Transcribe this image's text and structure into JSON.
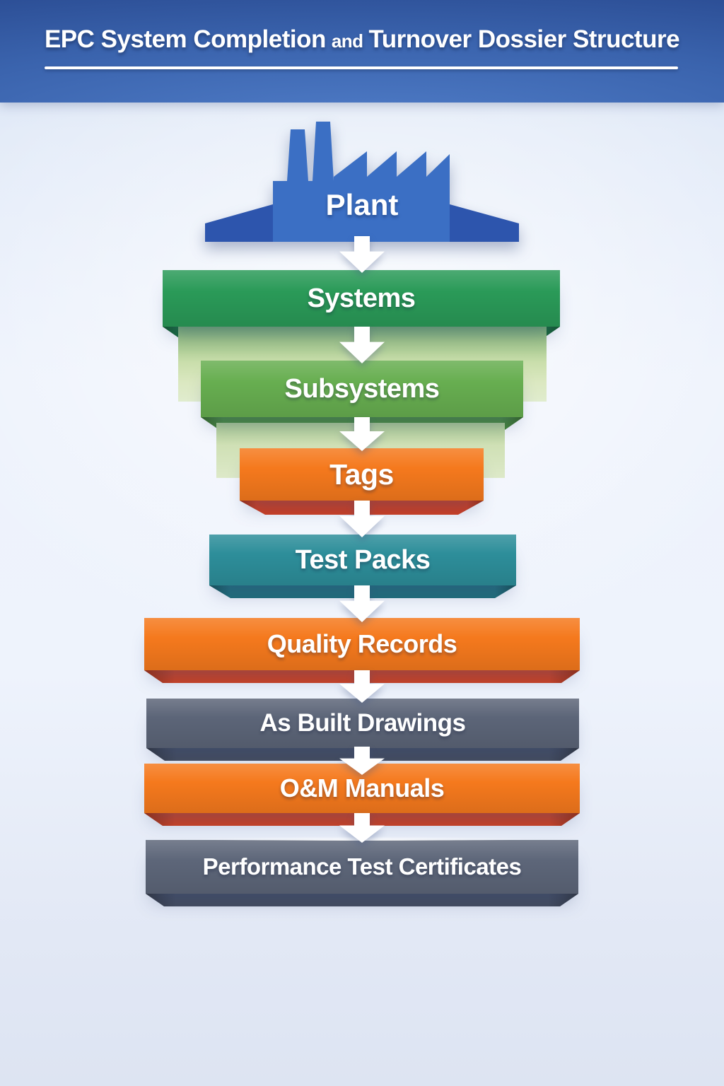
{
  "header": {
    "title_segments": {
      "s1": "EPC System Completion",
      "s2": "and",
      "s3": "Turnover Dossier Structure"
    },
    "underline_color": "#ffffff",
    "background_color": "#2e5196"
  },
  "plant": {
    "label": "Plant",
    "body_color": "#3b6fc4",
    "wing_color": "#2d55ad"
  },
  "levels": [
    {
      "label": "Systems",
      "color": "#2a9a58",
      "bevel": "#187a41"
    },
    {
      "label": "Subsystems",
      "color": "#67ae50",
      "bevel": "#478c38"
    },
    {
      "label": "Tags",
      "color": "#f5791d",
      "bevel": "#cf3d1f"
    },
    {
      "label": "Test Packs",
      "color": "#2d8e9a",
      "bevel": "#1d6e7a"
    },
    {
      "label": "Quality Records",
      "color": "#f5791d",
      "bevel": "#d0401f"
    },
    {
      "label": "As Built Drawings",
      "color": "#5c6578",
      "bevel": "#434b5c"
    },
    {
      "label": "O&M Manuals",
      "color": "#f5791d",
      "bevel": "#d0401f"
    },
    {
      "label": "Performance Test Certificates",
      "color": "#5d6679",
      "bevel": "#434b5c"
    }
  ],
  "arrow": {
    "color": "#ffffff"
  },
  "funnel": {
    "panel_top_color": "#6ea96e",
    "panel_bottom_color": "#dde9c8"
  }
}
